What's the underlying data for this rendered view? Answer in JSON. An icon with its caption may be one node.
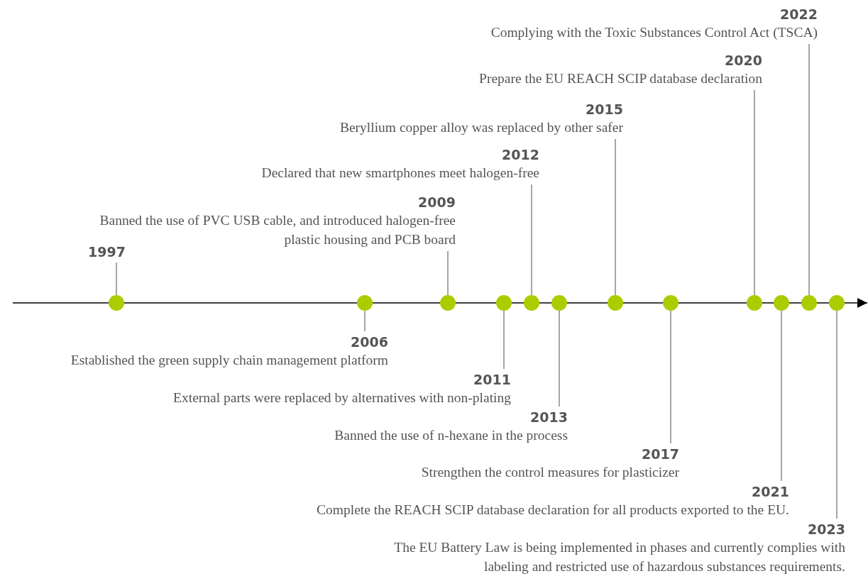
{
  "diagram": {
    "nodes": [
      {
        "text": [
          "1997"
        ]
      },
      {
        "text": [
          "2006",
          "Established the green supply chain management platform"
        ]
      },
      {
        "text": [
          "2009",
          "Banned the use of PVC USB cable, and introduced halogen-free plastic housing and PCB board"
        ]
      },
      {
        "text": [
          "2011",
          "External parts were replaced by alternatives with non-plating"
        ]
      },
      {
        "text": [
          "2012",
          "Declared that new smartphones meet halogen-free"
        ]
      },
      {
        "text": [
          "2013",
          "Banned the use of n-hexane in the process"
        ]
      },
      {
        "text": [
          "2015",
          "Beryllium copper alloy was replaced by other safer"
        ]
      },
      {
        "text": [
          "2017",
          "Strengthen the control measures for plasticizer"
        ]
      },
      {
        "text": [
          "2020",
          "Prepare the EU REACH SCIP database declaration"
        ]
      },
      {
        "text": [
          "2021",
          "Complete the REACH SCIP database declaration for all products exported to the EU."
        ]
      },
      {
        "text": [
          "2022",
          "Complying with the Toxic Substances Control Act (TSCA)"
        ]
      },
      {
        "text": [
          "2023",
          "The EU Battery Law is being implemented in phases and currently complies with labeling and restricted use of hazardous substances requirements."
        ]
      },
      {
        "text": [],
        "shape": "circle"
      },
      {
        "text": [],
        "shape": "circle"
      },
      {
        "text": [],
        "shape": "circle"
      },
      {
        "text": [],
        "shape": "circle"
      },
      {
        "text": [],
        "shape": "circle"
      },
      {
        "text": [],
        "shape": "circle"
      },
      {
        "text": [],
        "shape": "circle"
      },
      {
        "text": [],
        "shape": "circle"
      },
      {
        "text": [],
        "shape": "circle"
      },
      {
        "text": [],
        "shape": "circle"
      },
      {
        "text": [],
        "shape": "circle"
      },
      {
        "text": [],
        "shape": "circle"
      }
    ],
    "edges": [
      {
        "from": 0,
        "to": 12,
        "arrow": "none"
      },
      {
        "from": 1,
        "to": 13,
        "arrow": "none"
      },
      {
        "from": 2,
        "to": 14,
        "arrow": "none"
      },
      {
        "from": 3,
        "to": 15,
        "arrow": "none"
      },
      {
        "from": 4,
        "to": 16,
        "arrow": "none"
      },
      {
        "from": 5,
        "to": 17,
        "arrow": "none"
      },
      {
        "from": 6,
        "to": 18,
        "arrow": "none"
      },
      {
        "from": 7,
        "to": 19,
        "arrow": "none"
      },
      {
        "from": 8,
        "to": 20,
        "arrow": "none"
      },
      {
        "from": 9,
        "to": 21,
        "arrow": "none"
      },
      {
        "from": 10,
        "to": 22,
        "arrow": "none"
      },
      {
        "from": 11,
        "to": 23,
        "arrow": "none"
      }
    ]
  }
}
